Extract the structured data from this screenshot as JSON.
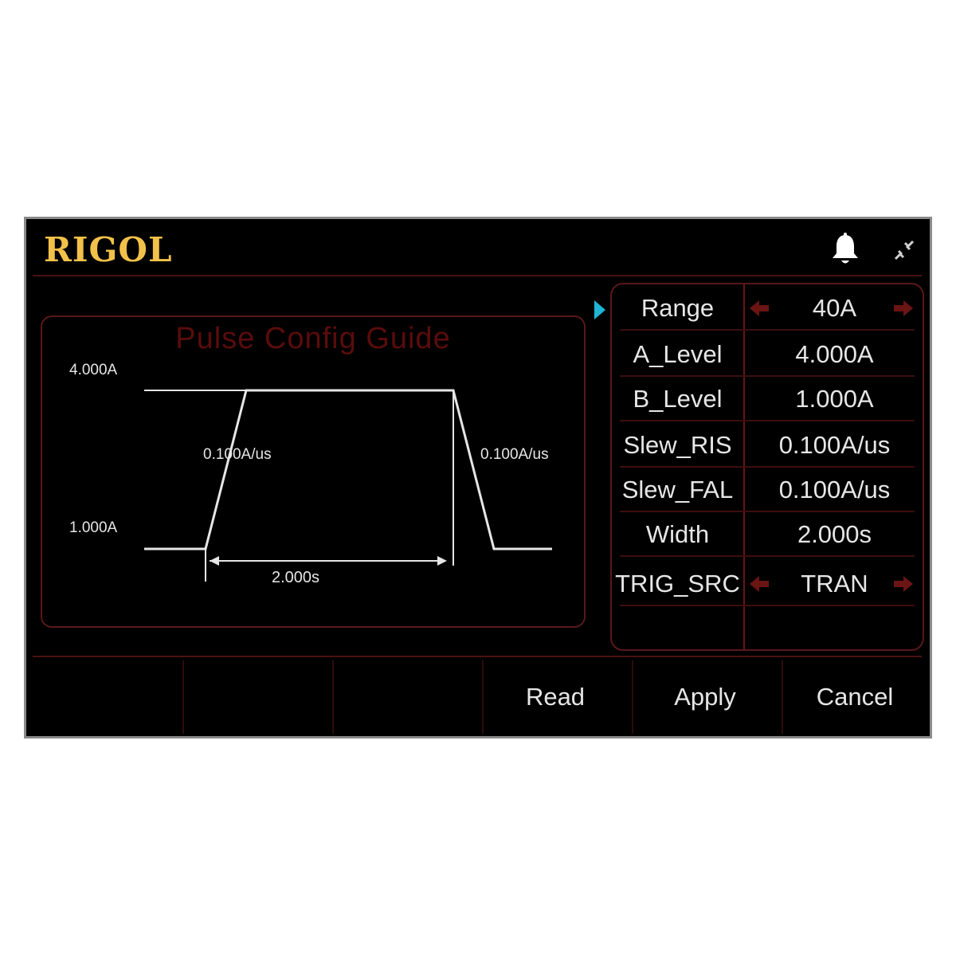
{
  "header": {
    "logo": "RIGOL",
    "icons": [
      "bell-icon",
      "connection-icon"
    ]
  },
  "guide": {
    "title": "Pulse Config Guide",
    "high_level_label": "4.000A",
    "low_level_label": "1.000A",
    "rise_slew_label": "0.100A/us",
    "fall_slew_label": "0.100A/us",
    "width_label": "2.000s"
  },
  "params": {
    "rows": [
      {
        "name": "Range",
        "value": "40A",
        "arrows": true
      },
      {
        "name": "A_Level",
        "value": "4.000A",
        "arrows": false
      },
      {
        "name": "B_Level",
        "value": "1.000A",
        "arrows": false
      },
      {
        "name": "Slew_RIS",
        "value": "0.100A/us",
        "arrows": false
      },
      {
        "name": "Slew_FAL",
        "value": "0.100A/us",
        "arrows": false
      },
      {
        "name": "Width",
        "value": "2.000s",
        "arrows": false
      },
      {
        "name": "TRIG_SRC",
        "value": "TRAN",
        "arrows": true
      }
    ]
  },
  "softkeys": {
    "read": "Read",
    "apply": "Apply",
    "cancel": "Cancel"
  },
  "colors": {
    "logo": "#f2c14a",
    "accent_red": "#6a1616",
    "pointer": "#1fb6d6",
    "text": "#e6e6e6"
  }
}
